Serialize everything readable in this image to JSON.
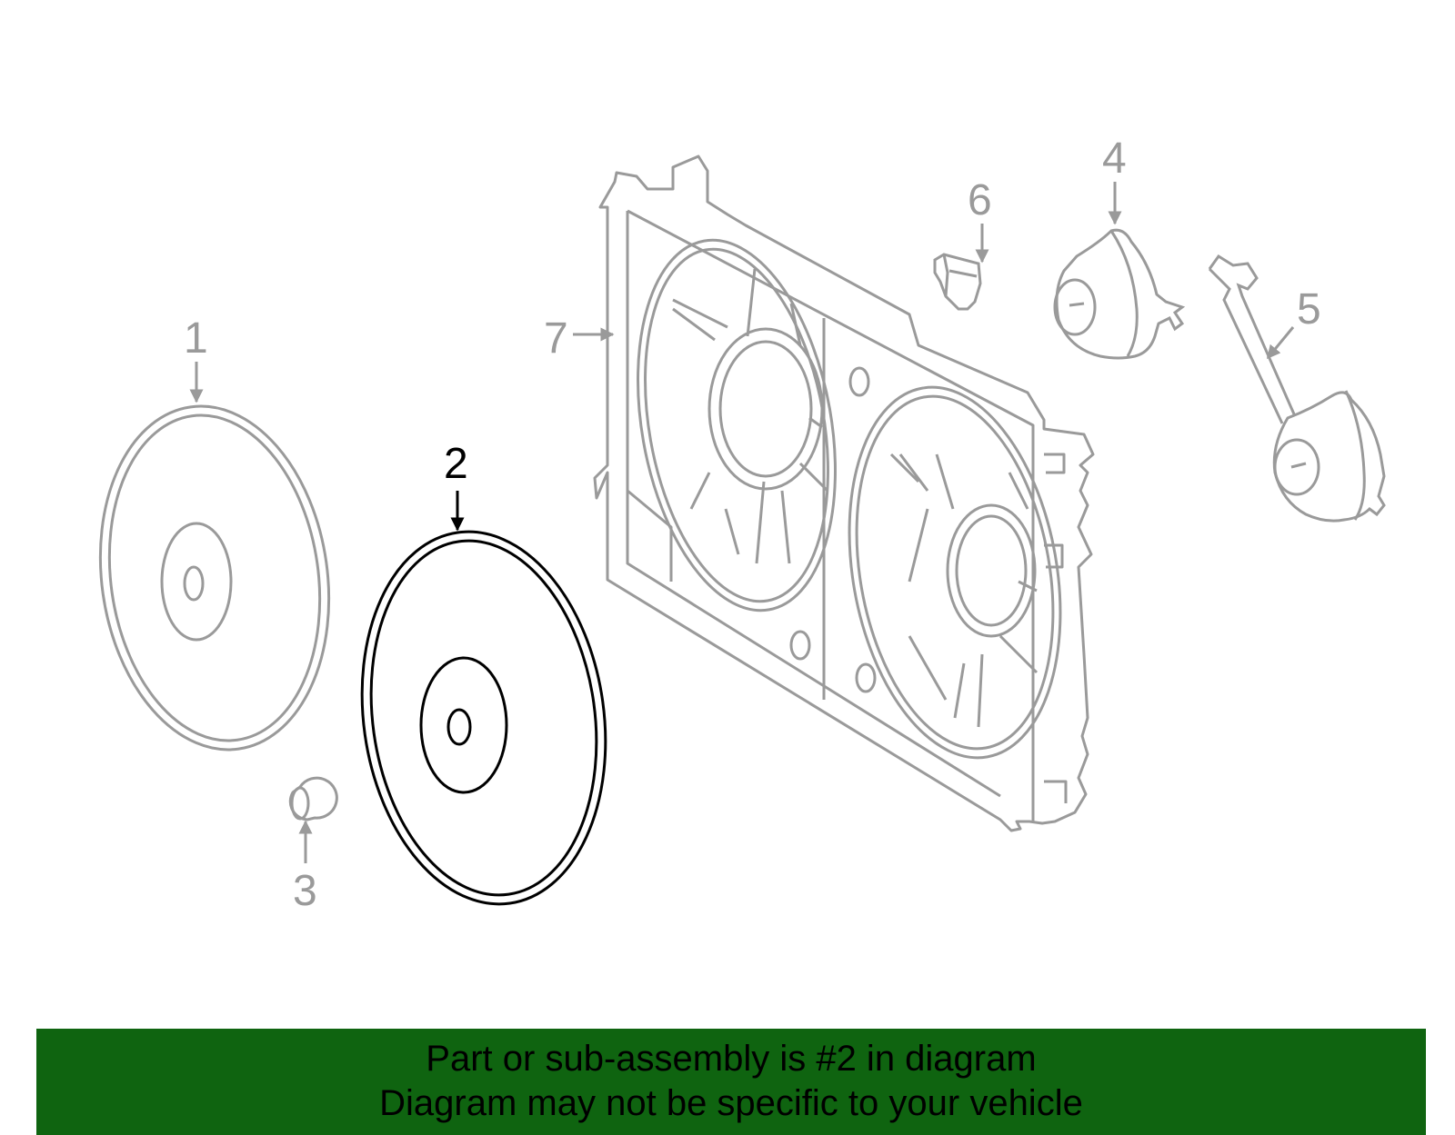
{
  "diagram": {
    "callouts": [
      {
        "id": "1",
        "label": "1",
        "highlighted": false
      },
      {
        "id": "2",
        "label": "2",
        "highlighted": true
      },
      {
        "id": "3",
        "label": "3",
        "highlighted": false
      },
      {
        "id": "4",
        "label": "4",
        "highlighted": false
      },
      {
        "id": "5",
        "label": "5",
        "highlighted": false
      },
      {
        "id": "6",
        "label": "6",
        "highlighted": false
      },
      {
        "id": "7",
        "label": "7",
        "highlighted": false
      }
    ],
    "colors": {
      "line": "#9a9a9a",
      "highlight": "#000000",
      "background": "#ffffff"
    }
  },
  "banner": {
    "line1": "Part or sub-assembly is #2 in diagram",
    "line2": "Diagram may not be specific to your vehicle",
    "background": "#0f6410"
  }
}
